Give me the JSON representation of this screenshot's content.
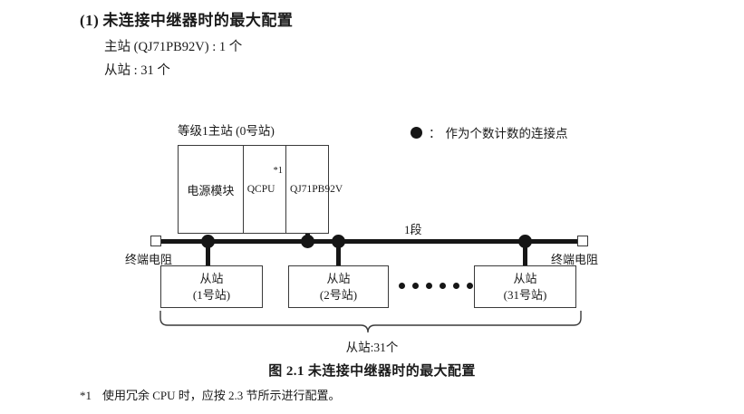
{
  "heading": {
    "number": "(1)",
    "title": "未连接中继器时的最大配置"
  },
  "specs": {
    "master": "主站 (QJ71PB92V) : 1 个",
    "slave": "从站 : 31 个"
  },
  "legend": {
    "symbol_name": "filled-circle-icon",
    "colon": "：",
    "text": "作为个数计数的连接点"
  },
  "diagram": {
    "rack_label": "等级1主站 (0号站)",
    "rack": {
      "power_module": "电源模块",
      "cpu": "QCPU",
      "cpu_note": "*1",
      "network_line1": "QJ71",
      "network_line2": "PB92V"
    },
    "segment_label": "1段",
    "terminator_left": "终端电阻",
    "terminator_right": "终端电阻",
    "slaves": [
      {
        "title": "从站",
        "station": "(1号站)"
      },
      {
        "title": "从站",
        "station": "(2号站)"
      },
      {
        "title": "从站",
        "station": "(31号站)"
      }
    ],
    "ellipsis_dot_count": 6,
    "brace_label": "从站:31个"
  },
  "caption": "图 2.1  未连接中继器时的最大配置",
  "footnote": {
    "mark": "*1",
    "text": "使用冗余 CPU 时，应按 2.3 节所示进行配置。"
  },
  "colors": {
    "ink": "#161616",
    "line": "#3a3a3a",
    "background": "#ffffff"
  }
}
